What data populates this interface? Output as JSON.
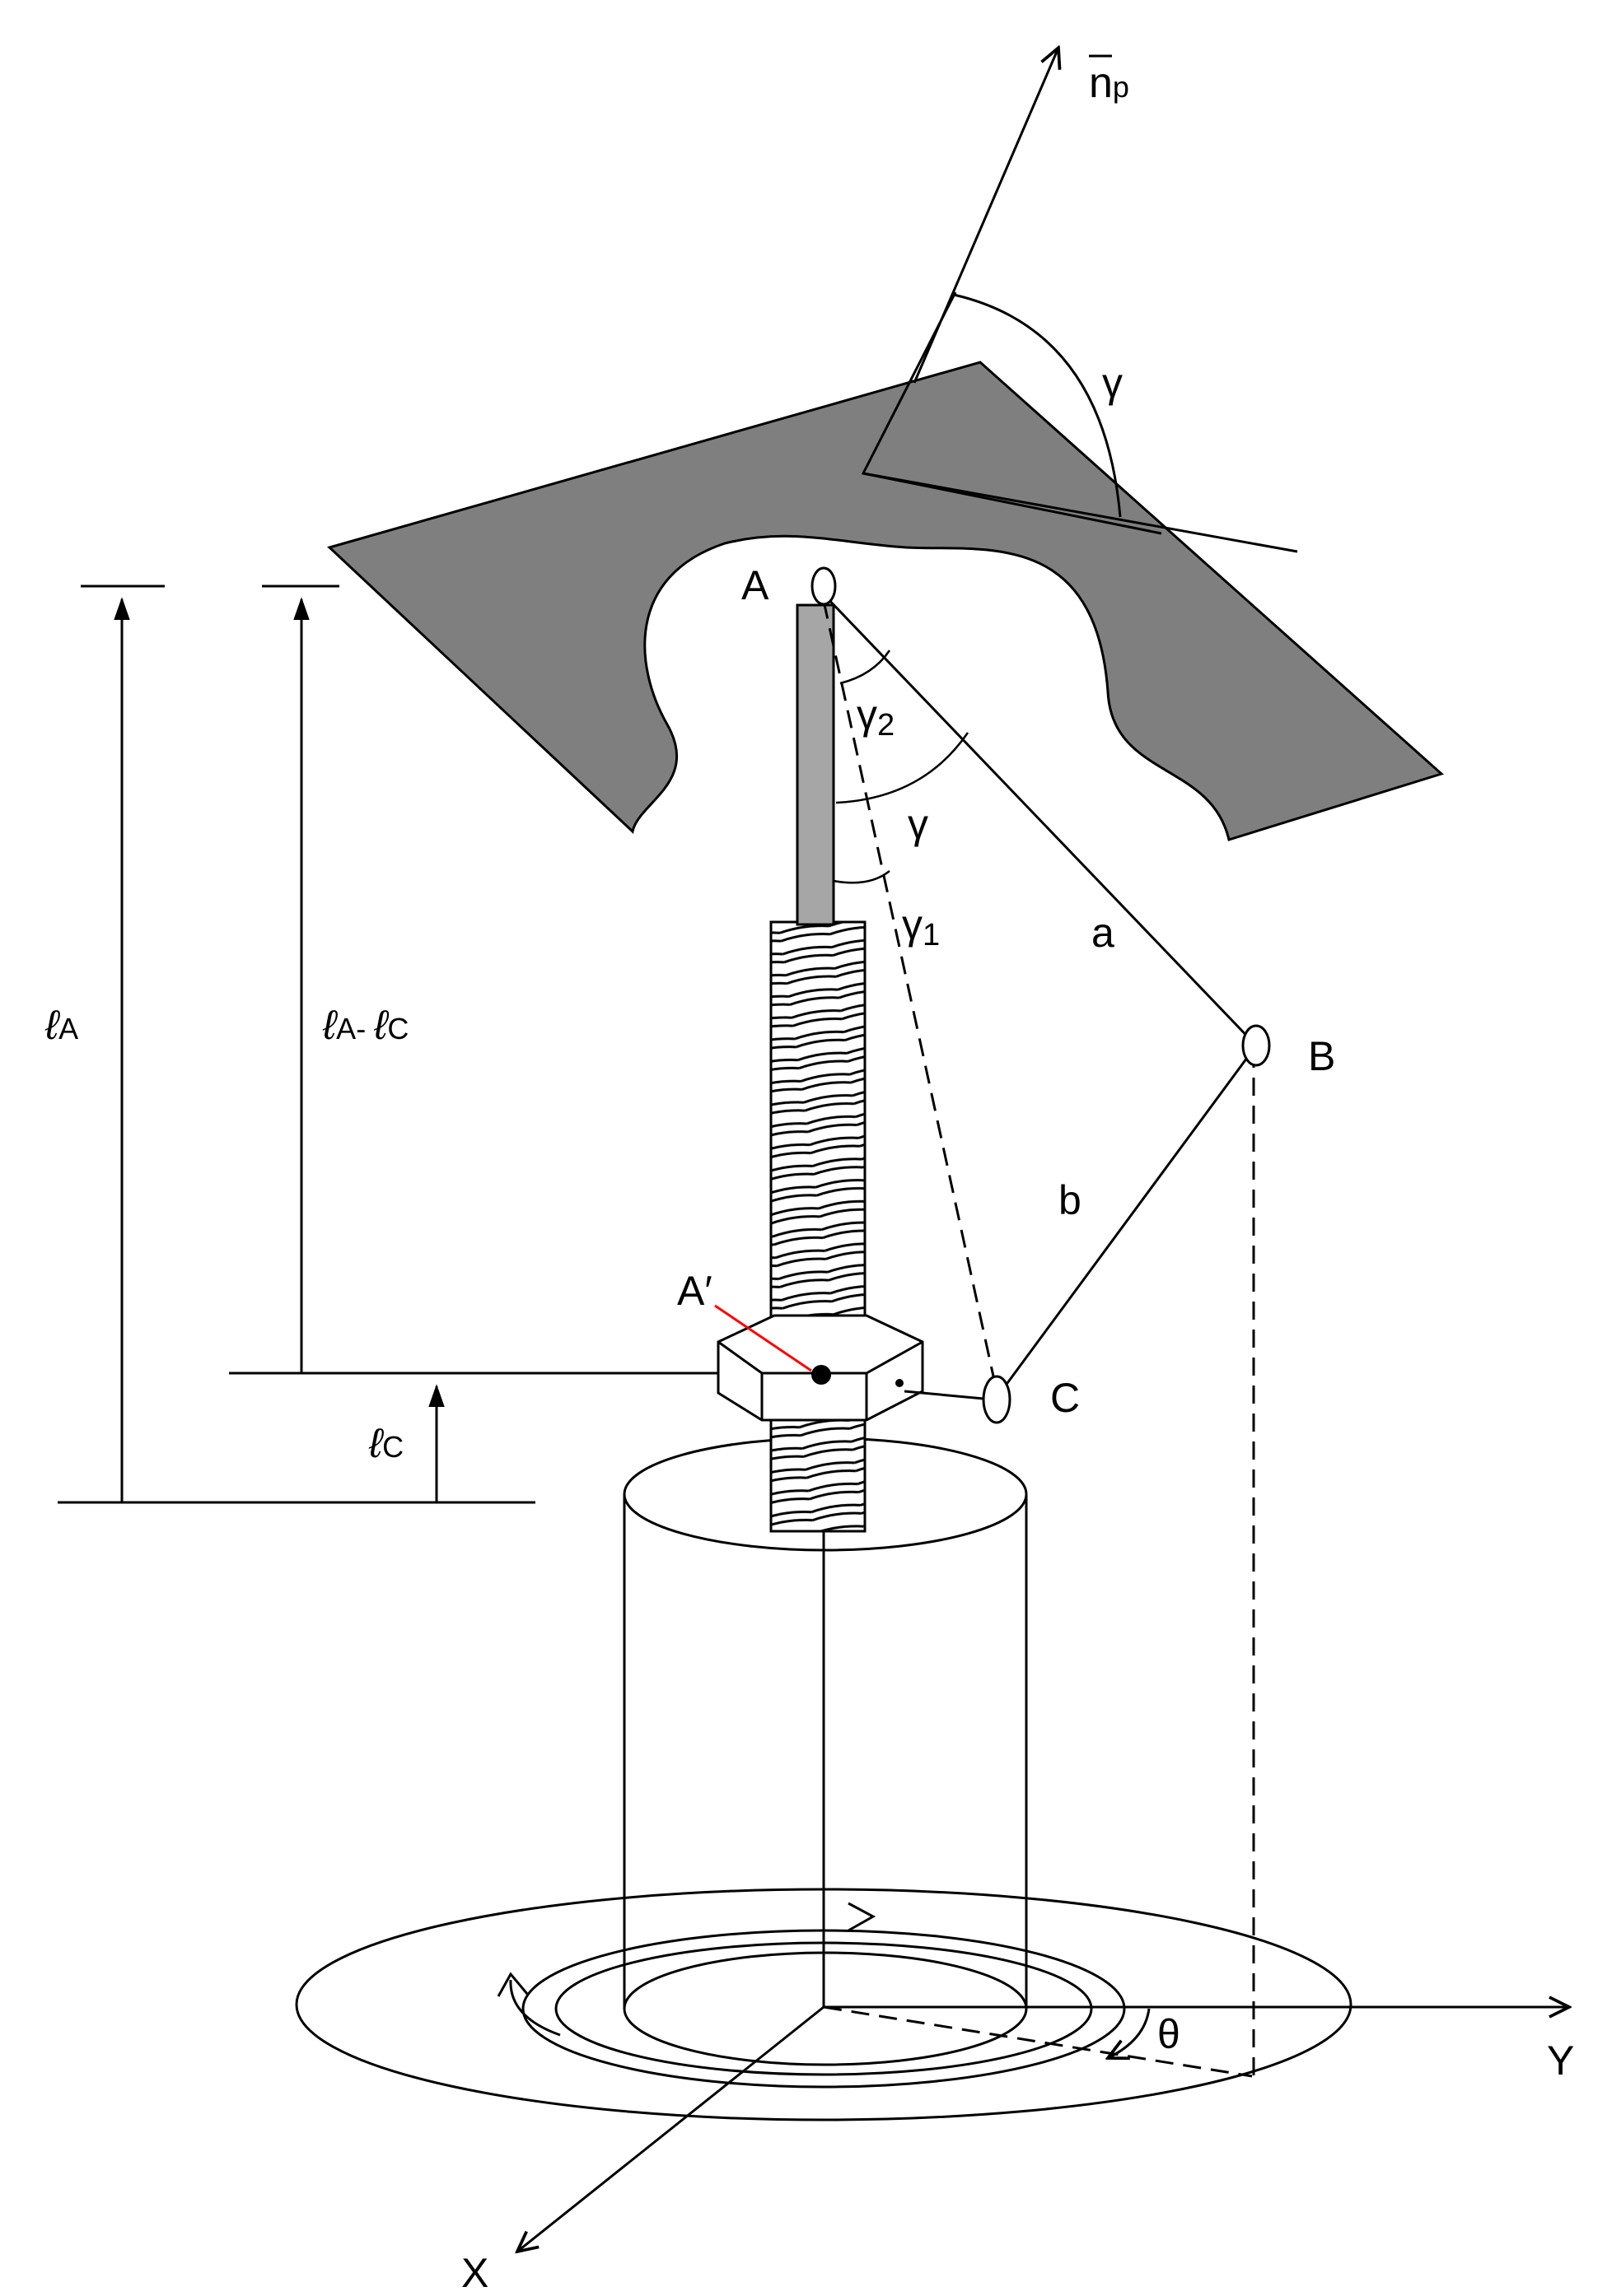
{
  "labels": {
    "normal_main": "n",
    "normal_sub": "p",
    "gamma_plate": "γ",
    "point_a": "A",
    "point_b": "B",
    "point_c": "C",
    "point_a_prime": "A′",
    "gamma2_main": "γ",
    "gamma2_sub": "2",
    "gamma_mid": "γ",
    "gamma1_main": "γ",
    "gamma1_sub": "1",
    "link_a": "a",
    "link_b": "b",
    "len_a_main": "ℓ",
    "len_a_sub": "A",
    "diff_main1": "ℓ",
    "diff_sub1": "A",
    "diff_sep": "- ",
    "diff_main2": "ℓ",
    "diff_sub2": "C",
    "len_c_main": "ℓ",
    "len_c_sub": "C",
    "theta": "θ",
    "axis_x": "X",
    "axis_y": "Y"
  },
  "colors": {
    "plate": "#7f7f7f",
    "rod": "#a6a6a6",
    "line": "#000000",
    "highlight": "#ff0000"
  }
}
